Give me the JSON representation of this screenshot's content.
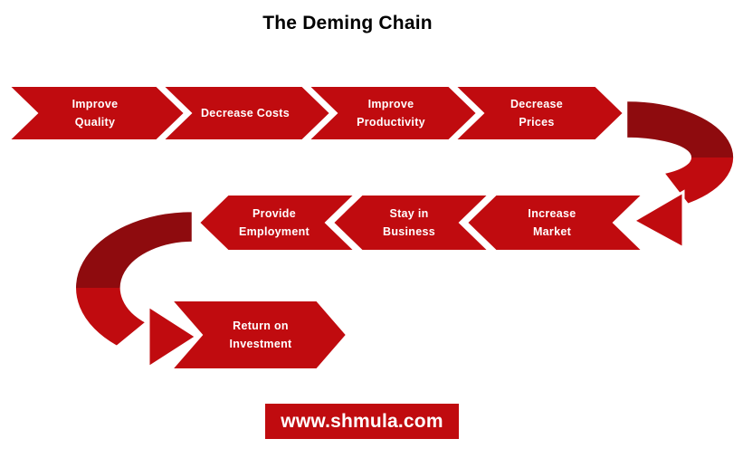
{
  "title": "The Deming Chain",
  "colors": {
    "arrow_red": "#C00B0F",
    "arrow_shadow_red": "#8E0B0E",
    "label_text": "#FFFFFF",
    "title_text": "#000000",
    "background": "#FFFFFF"
  },
  "chain": {
    "row1": [
      {
        "label": "Improve\nQuality"
      },
      {
        "label": "Decrease Costs"
      },
      {
        "label": "Improve\nProductivity"
      },
      {
        "label": "Decrease\nPrices"
      }
    ],
    "row2": [
      {
        "label": "Increase\nMarket"
      },
      {
        "label": "Stay in\nBusiness"
      },
      {
        "label": "Provide\nEmployment"
      }
    ],
    "row3": [
      {
        "label": "Return on\nInvestment"
      }
    ]
  },
  "footer": {
    "website": "www.shmula.com"
  }
}
